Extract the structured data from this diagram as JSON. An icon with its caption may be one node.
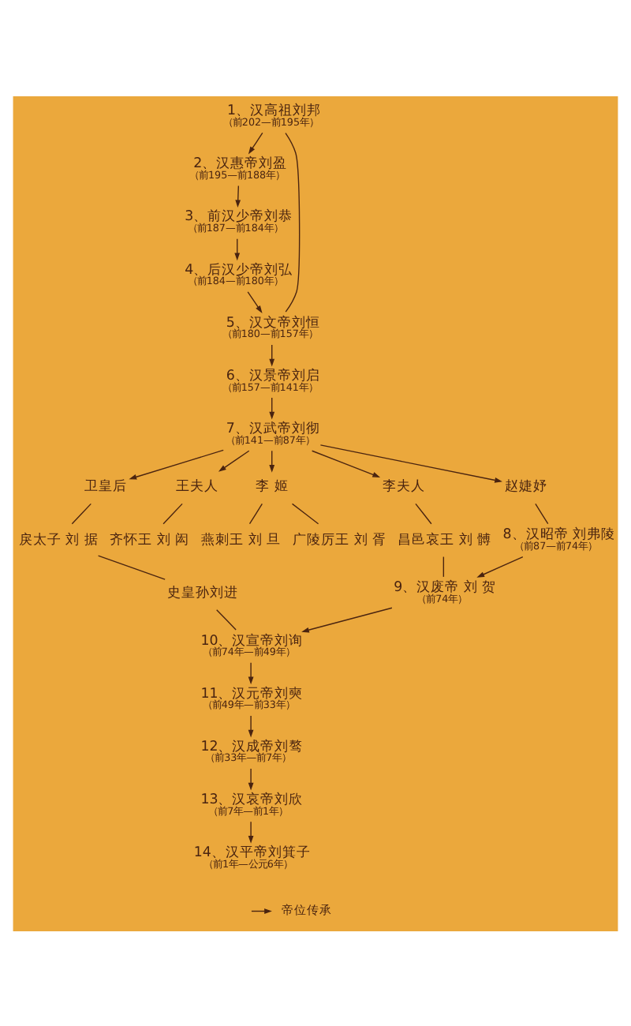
{
  "diagram": {
    "nodes": [
      {
        "text": [
          "1、汉高祖刘邦",
          "（前202—前195年）"
        ]
      },
      {
        "text": [
          "2、汉惠帝刘盈",
          "（前195—前188年）"
        ]
      },
      {
        "text": [
          "3、前汉少帝刘恭",
          "（前187—前184年）"
        ]
      },
      {
        "text": [
          "4、后汉少帝刘弘",
          "（前184—前180年）"
        ]
      },
      {
        "text": [
          "5、汉文帝刘恒",
          "（前180—前157年）"
        ]
      },
      {
        "text": [
          "6、汉景帝刘启",
          "（前157—前141年）"
        ]
      },
      {
        "text": [
          "7、汉武帝刘彻",
          "（前141—前87年）"
        ]
      },
      {
        "text": [
          "卫皇后"
        ]
      },
      {
        "text": [
          "王夫人"
        ]
      },
      {
        "text": [
          "李 姬"
        ]
      },
      {
        "text": [
          "李夫人"
        ]
      },
      {
        "text": [
          "赵婕妤"
        ]
      },
      {
        "text": [
          "戾太子 刘 据"
        ]
      },
      {
        "text": [
          "齐怀王 刘 闳"
        ]
      },
      {
        "text": [
          "燕刺王 刘 旦"
        ]
      },
      {
        "text": [
          "广陵厉王 刘 胥"
        ]
      },
      {
        "text": [
          "昌邑哀王 刘 髆"
        ]
      },
      {
        "text": [
          "8、汉昭帝 刘弗陵",
          "（前87—前74年）"
        ]
      },
      {
        "text": [
          "史皇孙刘进"
        ]
      },
      {
        "text": [
          "9、汉废帝 刘 贺",
          "（前74年）"
        ]
      },
      {
        "text": [
          "10、汉宣帝刘询",
          "（前74年—前49年）"
        ]
      },
      {
        "text": [
          "11、汉元帝刘奭",
          "（前49年—前33年）"
        ]
      },
      {
        "text": [
          "12、汉成帝刘骜",
          "（前33年—前7年）"
        ]
      },
      {
        "text": [
          "13、汉哀帝刘欣",
          "（前7年—前1年）"
        ]
      },
      {
        "text": [
          "14、汉平帝刘箕子",
          "（前1年—公元6年）"
        ]
      }
    ],
    "edges": [
      {
        "from": 0,
        "to": 1,
        "arrow": "to"
      },
      {
        "from": 0,
        "to": 4,
        "arrow": "none"
      },
      {
        "from": 1,
        "to": 2,
        "arrow": "to"
      },
      {
        "from": 2,
        "to": 3,
        "arrow": "to"
      },
      {
        "from": 3,
        "to": 4,
        "arrow": "to"
      },
      {
        "from": 4,
        "to": 5,
        "arrow": "to"
      },
      {
        "from": 5,
        "to": 6,
        "arrow": "to"
      },
      {
        "from": 6,
        "to": 7,
        "arrow": "to"
      },
      {
        "from": 6,
        "to": 8,
        "arrow": "to"
      },
      {
        "from": 6,
        "to": 9,
        "arrow": "to"
      },
      {
        "from": 6,
        "to": 10,
        "arrow": "to"
      },
      {
        "from": 6,
        "to": 11,
        "arrow": "to"
      },
      {
        "from": 7,
        "to": 12,
        "arrow": "none"
      },
      {
        "from": 8,
        "to": 13,
        "arrow": "none"
      },
      {
        "from": 9,
        "to": 14,
        "arrow": "none"
      },
      {
        "from": 9,
        "to": 15,
        "arrow": "none"
      },
      {
        "from": 10,
        "to": 16,
        "arrow": "none"
      },
      {
        "from": 11,
        "to": 17,
        "arrow": "none"
      },
      {
        "from": 12,
        "to": 18,
        "arrow": "none"
      },
      {
        "from": 18,
        "to": 20,
        "arrow": "none"
      },
      {
        "from": 16,
        "to": 19,
        "arrow": "none"
      },
      {
        "from": 17,
        "to": 19,
        "arrow": "to"
      },
      {
        "from": 19,
        "to": 20,
        "arrow": "to"
      },
      {
        "from": 20,
        "to": 21,
        "arrow": "to"
      },
      {
        "from": 21,
        "to": 22,
        "arrow": "to"
      },
      {
        "from": 22,
        "to": 23,
        "arrow": "to"
      },
      {
        "from": 23,
        "to": 24,
        "arrow": "to"
      }
    ],
    "legend": [
      {
        "text": "帝位传承"
      }
    ]
  }
}
